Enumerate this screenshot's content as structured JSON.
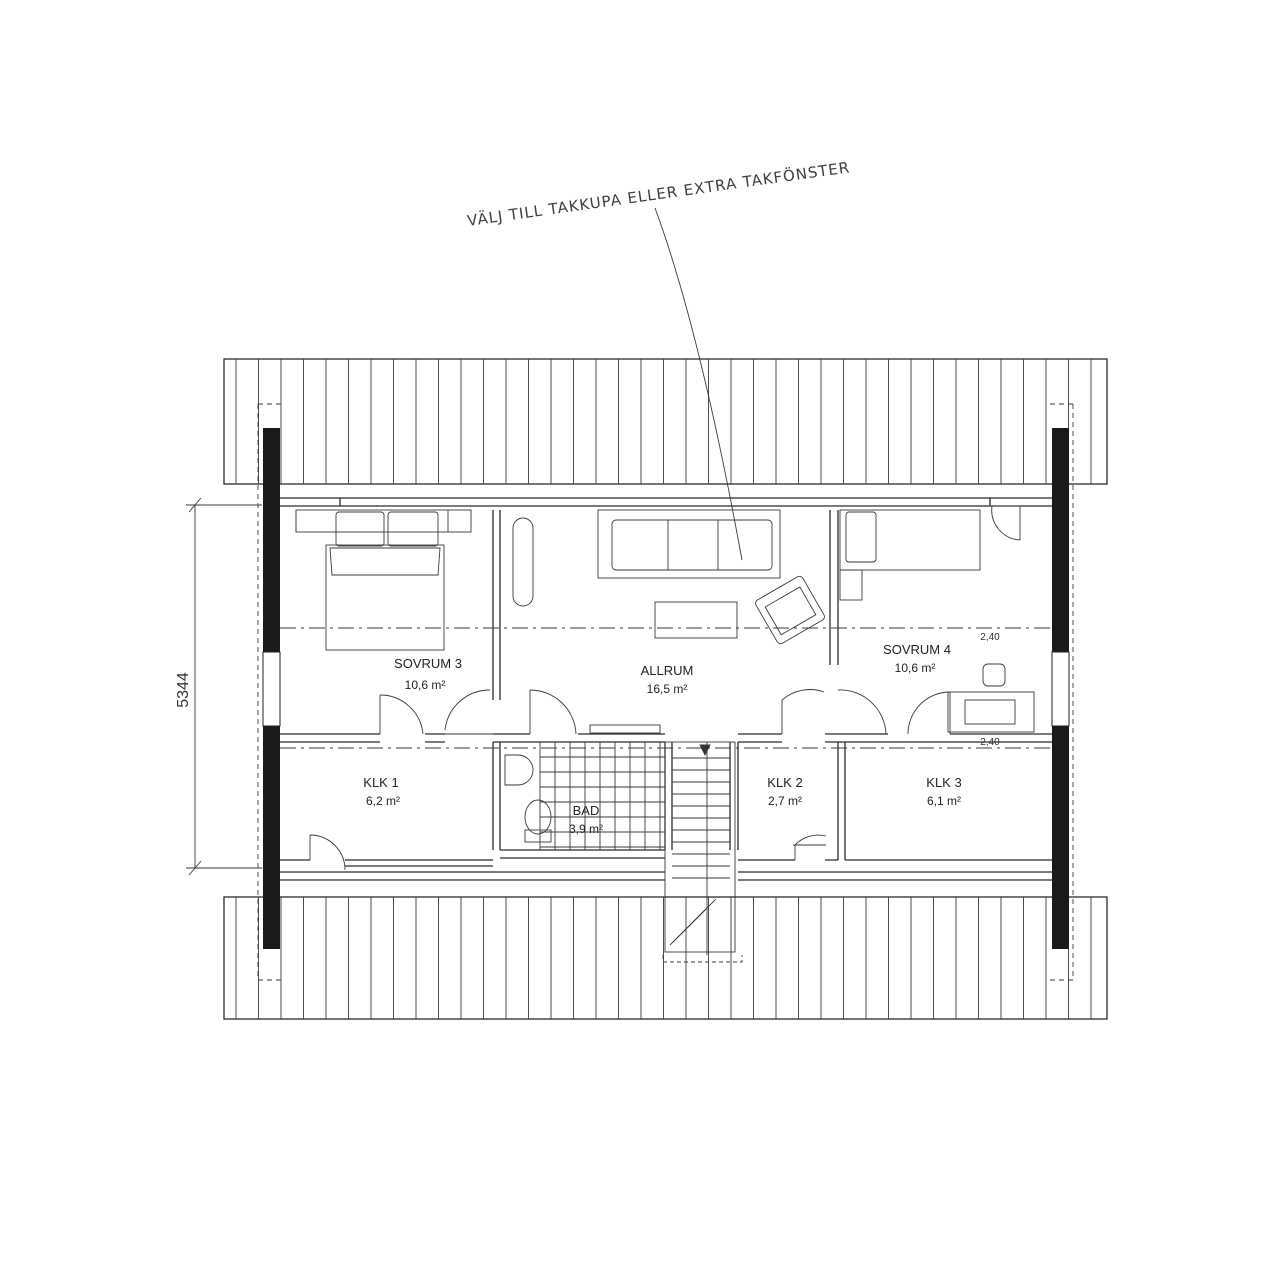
{
  "annotation": "VÄLJ TILL TAKKUPA ELLER EXTRA TAKFÖNSTER",
  "dimension": "5344",
  "rooms": [
    {
      "key": "sovrum3",
      "name": "SOVRUM 3",
      "area": "10,6 m²"
    },
    {
      "key": "allrum",
      "name": "ALLRUM",
      "area": "16,5 m²"
    },
    {
      "key": "sovrum4",
      "name": "SOVRUM 4",
      "area": "10,6 m²"
    },
    {
      "key": "klk1",
      "name": "KLK 1",
      "area": "6,2 m²"
    },
    {
      "key": "bad",
      "name": "BAD",
      "area": "3,9 m²"
    },
    {
      "key": "klk2",
      "name": "KLK 2",
      "area": "2,7 m²"
    },
    {
      "key": "klk3",
      "name": "KLK 3",
      "area": "6,1 m²"
    }
  ],
  "heights": {
    "upper": "2,40",
    "lower": "2,40"
  }
}
